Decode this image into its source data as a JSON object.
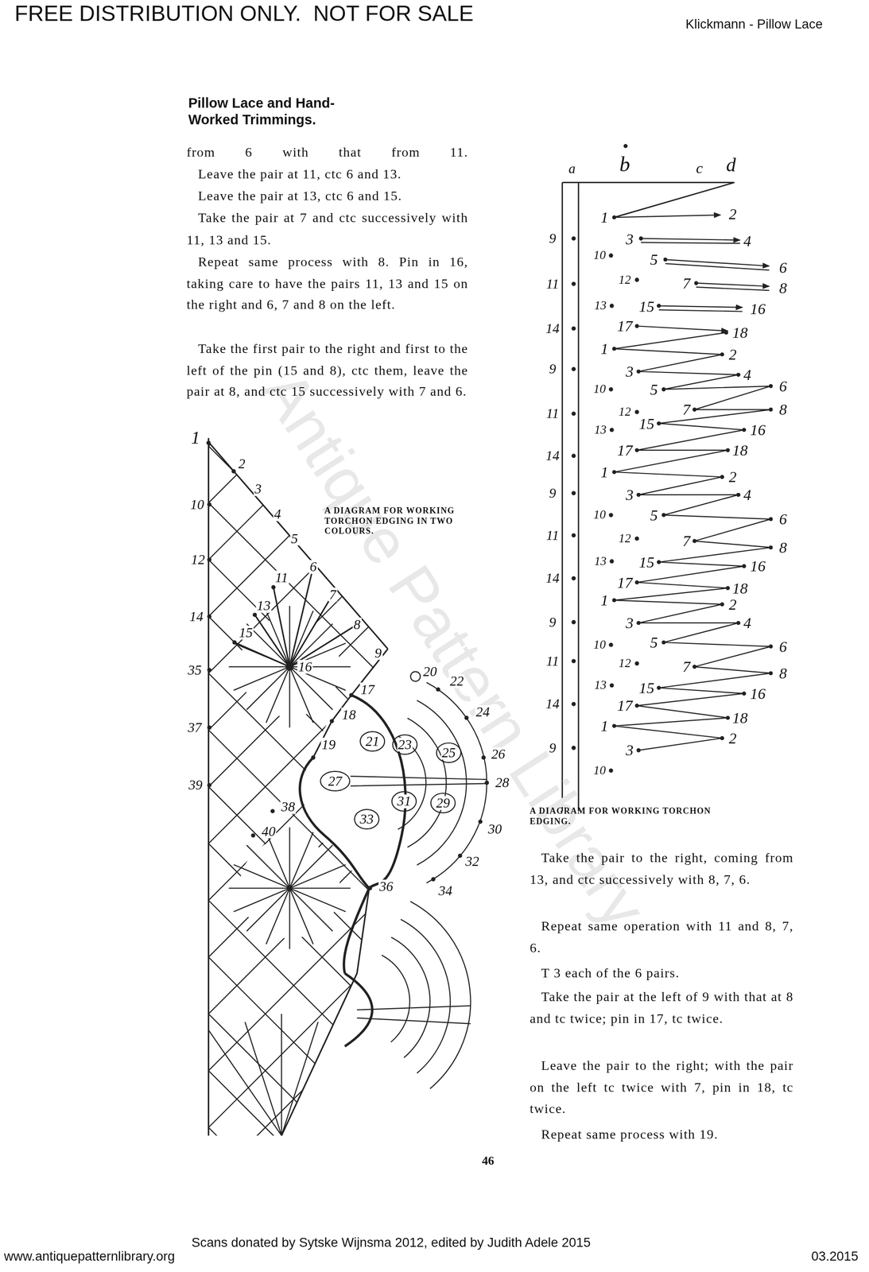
{
  "diagram": {
    "title": "Pillow Lace and Hand-Worked Trimmings.",
    "labels": [
      "FREE DISTRIBUTION ONLY.  NOT FOR SALE",
      "Klickmann - Pillow Lace",
      "Antique Pattern Library",
      "from 6 with that from 11.",
      "Leave the pair at 11, ctc 6 and 13.",
      "Leave the pair at 13, ctc 6 and 15.",
      "Take the pair at 7 and ctc successively with 11, 13 and 15.",
      "Repeat same process with 8. Pin in 16, taking care to have the pairs 11, 13 and 15 on the right and 6, 7 and 8 on the left.",
      "Take the first pair to the right and first to the left of the pin (15 and 8), ctc them, leave the pair at 8, and ctc 15 successively with 7 and 6.",
      "a",
      "b",
      "c",
      "d",
      "1",
      "2",
      "3",
      "4",
      "10",
      "5",
      "6",
      "12",
      "7",
      "8",
      "13",
      "15",
      "16",
      "17",
      "18",
      "1",
      "2",
      "3",
      "4",
      "10",
      "5",
      "6",
      "12",
      "7",
      "8",
      "13",
      "15",
      "16",
      "17",
      "18",
      "1",
      "2",
      "3",
      "4",
      "10",
      "5",
      "6",
      "12",
      "7",
      "8",
      "13",
      "15",
      "16",
      "17",
      "18",
      "1",
      "2",
      "3",
      "4",
      "10",
      "5",
      "6",
      "12",
      "7",
      "8",
      "13",
      "15",
      "16",
      "17",
      "18",
      "1",
      "2",
      "3",
      "10",
      "9",
      "11",
      "14",
      "9",
      "11",
      "14",
      "9",
      "11",
      "14",
      "9",
      "11",
      "14",
      "9",
      "1",
      "2",
      "3",
      "4",
      "5",
      "10",
      "6",
      "11",
      "12",
      "7",
      "13",
      "8",
      "14",
      "15",
      "16",
      "35",
      "9",
      "20",
      "17",
      "22",
      "24",
      "18",
      "37",
      "21",
      "23",
      "25",
      "26",
      "19",
      "27",
      "28",
      "39",
      "38",
      "29",
      "31",
      "33",
      "30",
      "40",
      "32",
      "36",
      "34",
      "A DIAGRAM FOR WORKING TORCHON EDGING IN TWO COLOURS.",
      "A DIAGRAM FOR WORKING TORCHON EDGING.",
      "Take the pair to the right, coming from 13, and ctc successively with 8, 7, 6.",
      "Repeat same operation with 11 and 8, 7, 6.",
      "T 3 each of the 6 pairs.",
      "Take the pair at the left of 9 with that at 8 and tc twice; pin in 17, tc twice.",
      "Leave the pair to the right; with the pair on the left tc twice with 7, pin in 18, tc twice.",
      "Repeat same process with 19.",
      "46",
      "Scans donated by Sytske Wijnsma 2012, edited by Judith Adele 2015",
      "www.antiquepatternlibrary.org",
      "03.2015"
    ]
  }
}
